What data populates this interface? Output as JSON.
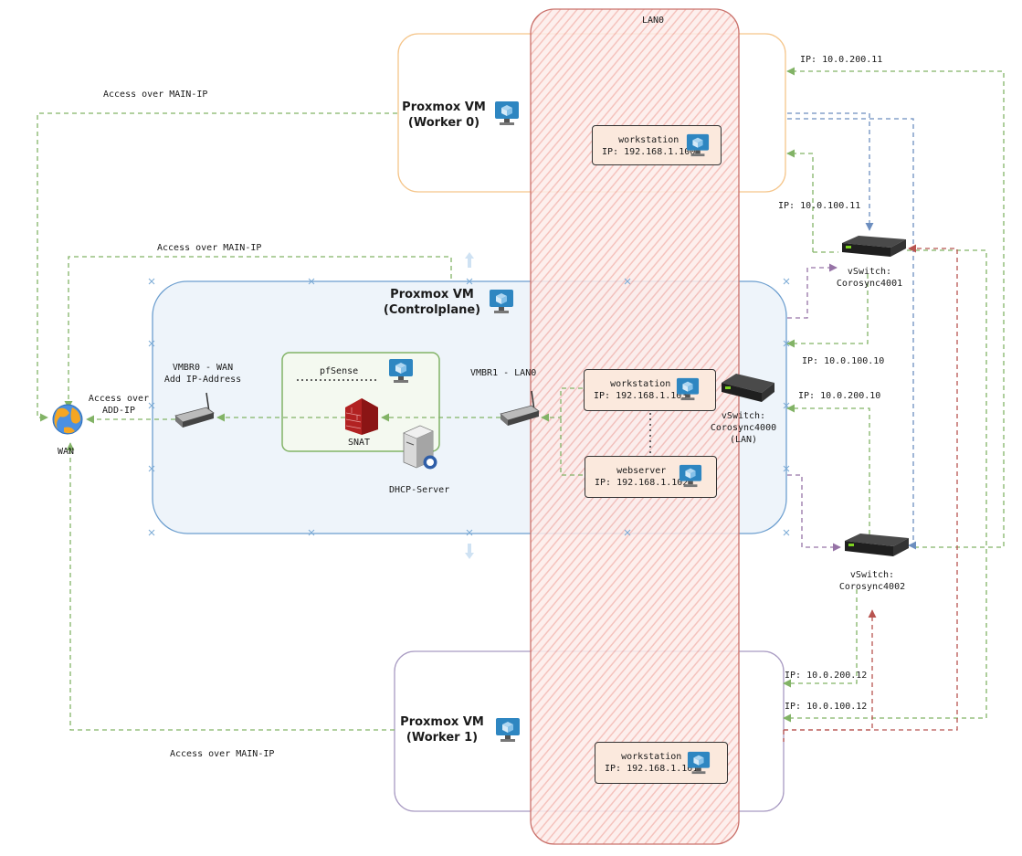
{
  "lan_label": "LAN0",
  "vms": {
    "worker0": {
      "title_line1": "Proxmox VM",
      "title_line2": "(Worker 0)",
      "icon": "vm-monitor-icon"
    },
    "controlplane": {
      "title_line1": "Proxmox VM",
      "title_line2": "(Controlplane)",
      "icon": "vm-monitor-icon"
    },
    "worker1": {
      "title_line1": "Proxmox VM",
      "title_line2": "(Worker 1)",
      "icon": "vm-monitor-icon"
    }
  },
  "hosts": {
    "ws100": {
      "name": "workstation",
      "ip": "IP: 192.168.1.100"
    },
    "ws103": {
      "name": "workstation",
      "ip": "IP: 192.168.1.103"
    },
    "web102": {
      "name": "webserver",
      "ip": "IP: 192.168.1.102"
    },
    "ws101": {
      "name": "workstation",
      "ip": "IP: 192.168.1.101"
    }
  },
  "pfsense": {
    "label": "pfSense",
    "snat": "SNAT",
    "dhcp": "DHCP-Server"
  },
  "vmbr0": {
    "line1": "VMBR0 - WAN",
    "line2": "Add IP-Address"
  },
  "vmbr1": {
    "label": "VMBR1 - LAN0"
  },
  "wan": {
    "label": "WAN"
  },
  "access": {
    "main_ip_top": "Access over MAIN-IP",
    "main_ip_mid": "Access over MAIN-IP",
    "main_ip_bottom": "Access over MAIN-IP",
    "add_ip_line1": "Access over",
    "add_ip_line2": "ADD-IP"
  },
  "switches": {
    "s4000": {
      "line1": "vSwitch:",
      "line2": "Corosync4000",
      "line3": "(LAN)"
    },
    "s4001": {
      "line1": "vSwitch:",
      "line2": "Corosync4001"
    },
    "s4002": {
      "line1": "vSwitch:",
      "line2": "Corosync4002"
    }
  },
  "ips": {
    "w0_200": "IP: 10.0.200.11",
    "w0_100": "IP: 10.0.100.11",
    "cp_100": "IP: 10.0.100.10",
    "cp_200": "IP: 10.0.200.10",
    "w1_200": "IP: 10.0.200.12",
    "w1_100": "IP: 10.0.100.12"
  },
  "colors": {
    "green": "#82b366",
    "blue": "#6c8ebf",
    "purple": "#9673a6",
    "red": "#b85450",
    "orange_border": "#f5c58a",
    "lan_fill": "#f8cecc",
    "lan_border": "#c9706a",
    "control_fill": "#eef4fa",
    "control_border": "#6c9ecf",
    "worker1_border": "#a89ac2",
    "pfsense_fill": "#f4faee",
    "pfsense_border": "#82b366"
  }
}
